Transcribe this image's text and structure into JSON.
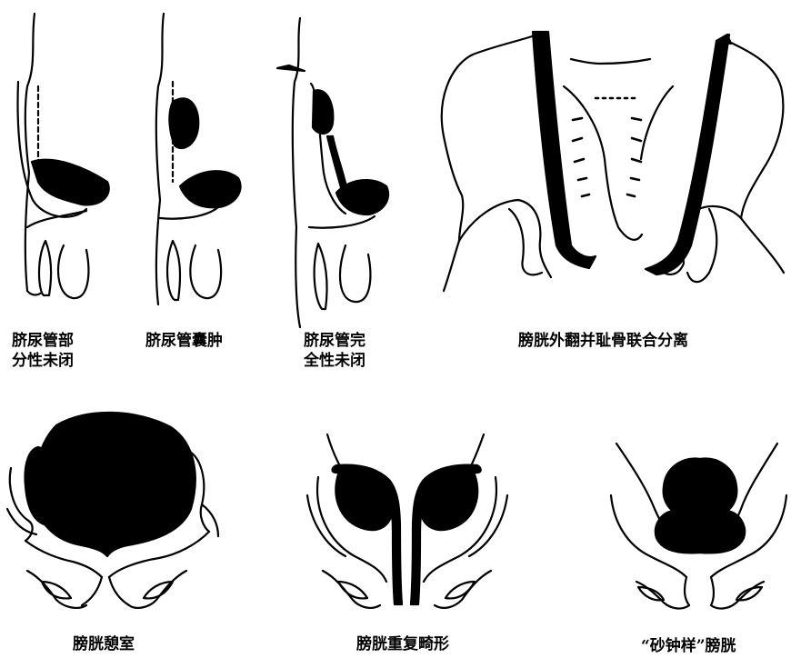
{
  "colors": {
    "ink": "#000000",
    "paper": "#ffffff"
  },
  "captions": {
    "partial_urachus": {
      "line1": "脐尿管部",
      "line2": "分性未闭"
    },
    "urachal_cyst": "脐尿管囊肿",
    "complete_urachus": {
      "line1": "脐尿管完",
      "line2": "全性未闭"
    },
    "exstrophy": "膀胱外翻并耻骨联合分离",
    "diverticulum": "膀胱憩室",
    "duplication": "膀胱重复畸形",
    "hourglass": "“砂钟样”膀胱"
  }
}
